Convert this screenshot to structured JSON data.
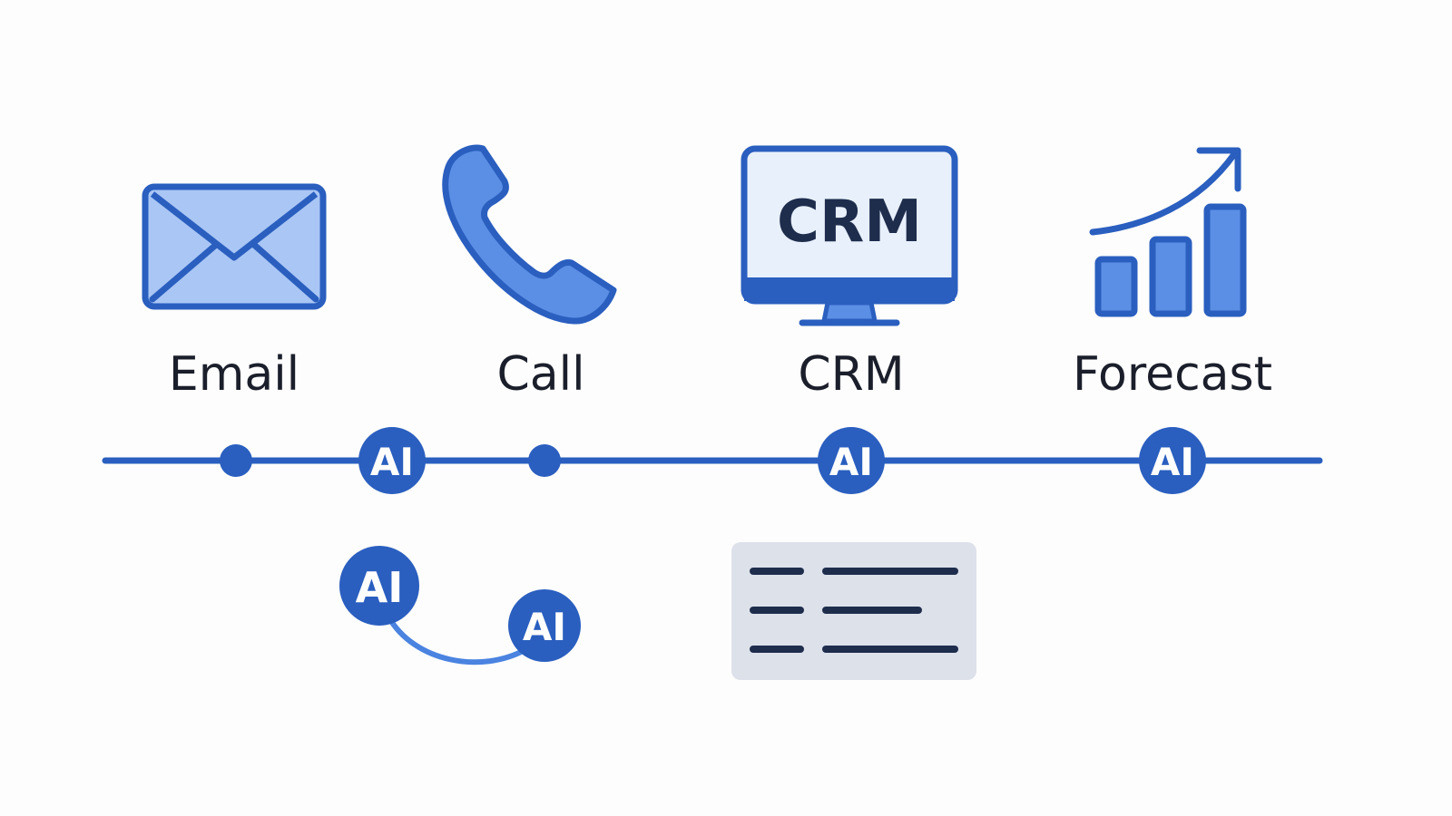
{
  "colors": {
    "primary": "#2b5fbf",
    "primary_light": "#a9c6f5",
    "primary_mid": "#5b8fe6",
    "screen_fill": "#e8f0fc",
    "card_fill": "#dde1ea",
    "card_line": "#1f2d4d",
    "text": "#1b1f2b"
  },
  "stages": [
    {
      "id": "email",
      "label": "Email",
      "icon": "envelope-icon"
    },
    {
      "id": "call",
      "label": "Call",
      "icon": "phone-icon"
    },
    {
      "id": "crm",
      "label": "CRM",
      "icon": "monitor-icon",
      "screen_text": "CRM"
    },
    {
      "id": "forecast",
      "label": "Forecast",
      "icon": "bar-chart-trend-icon"
    }
  ],
  "timeline": {
    "nodes": [
      {
        "type": "dot"
      },
      {
        "type": "ai",
        "text": "AI"
      },
      {
        "type": "dot"
      },
      {
        "type": "ai",
        "text": "AI"
      },
      {
        "type": "ai",
        "text": "AI"
      }
    ]
  },
  "ai_link": {
    "badges": [
      "AI",
      "AI"
    ]
  },
  "summary_card": {
    "rows": 3,
    "icon": "document-lines-icon"
  }
}
